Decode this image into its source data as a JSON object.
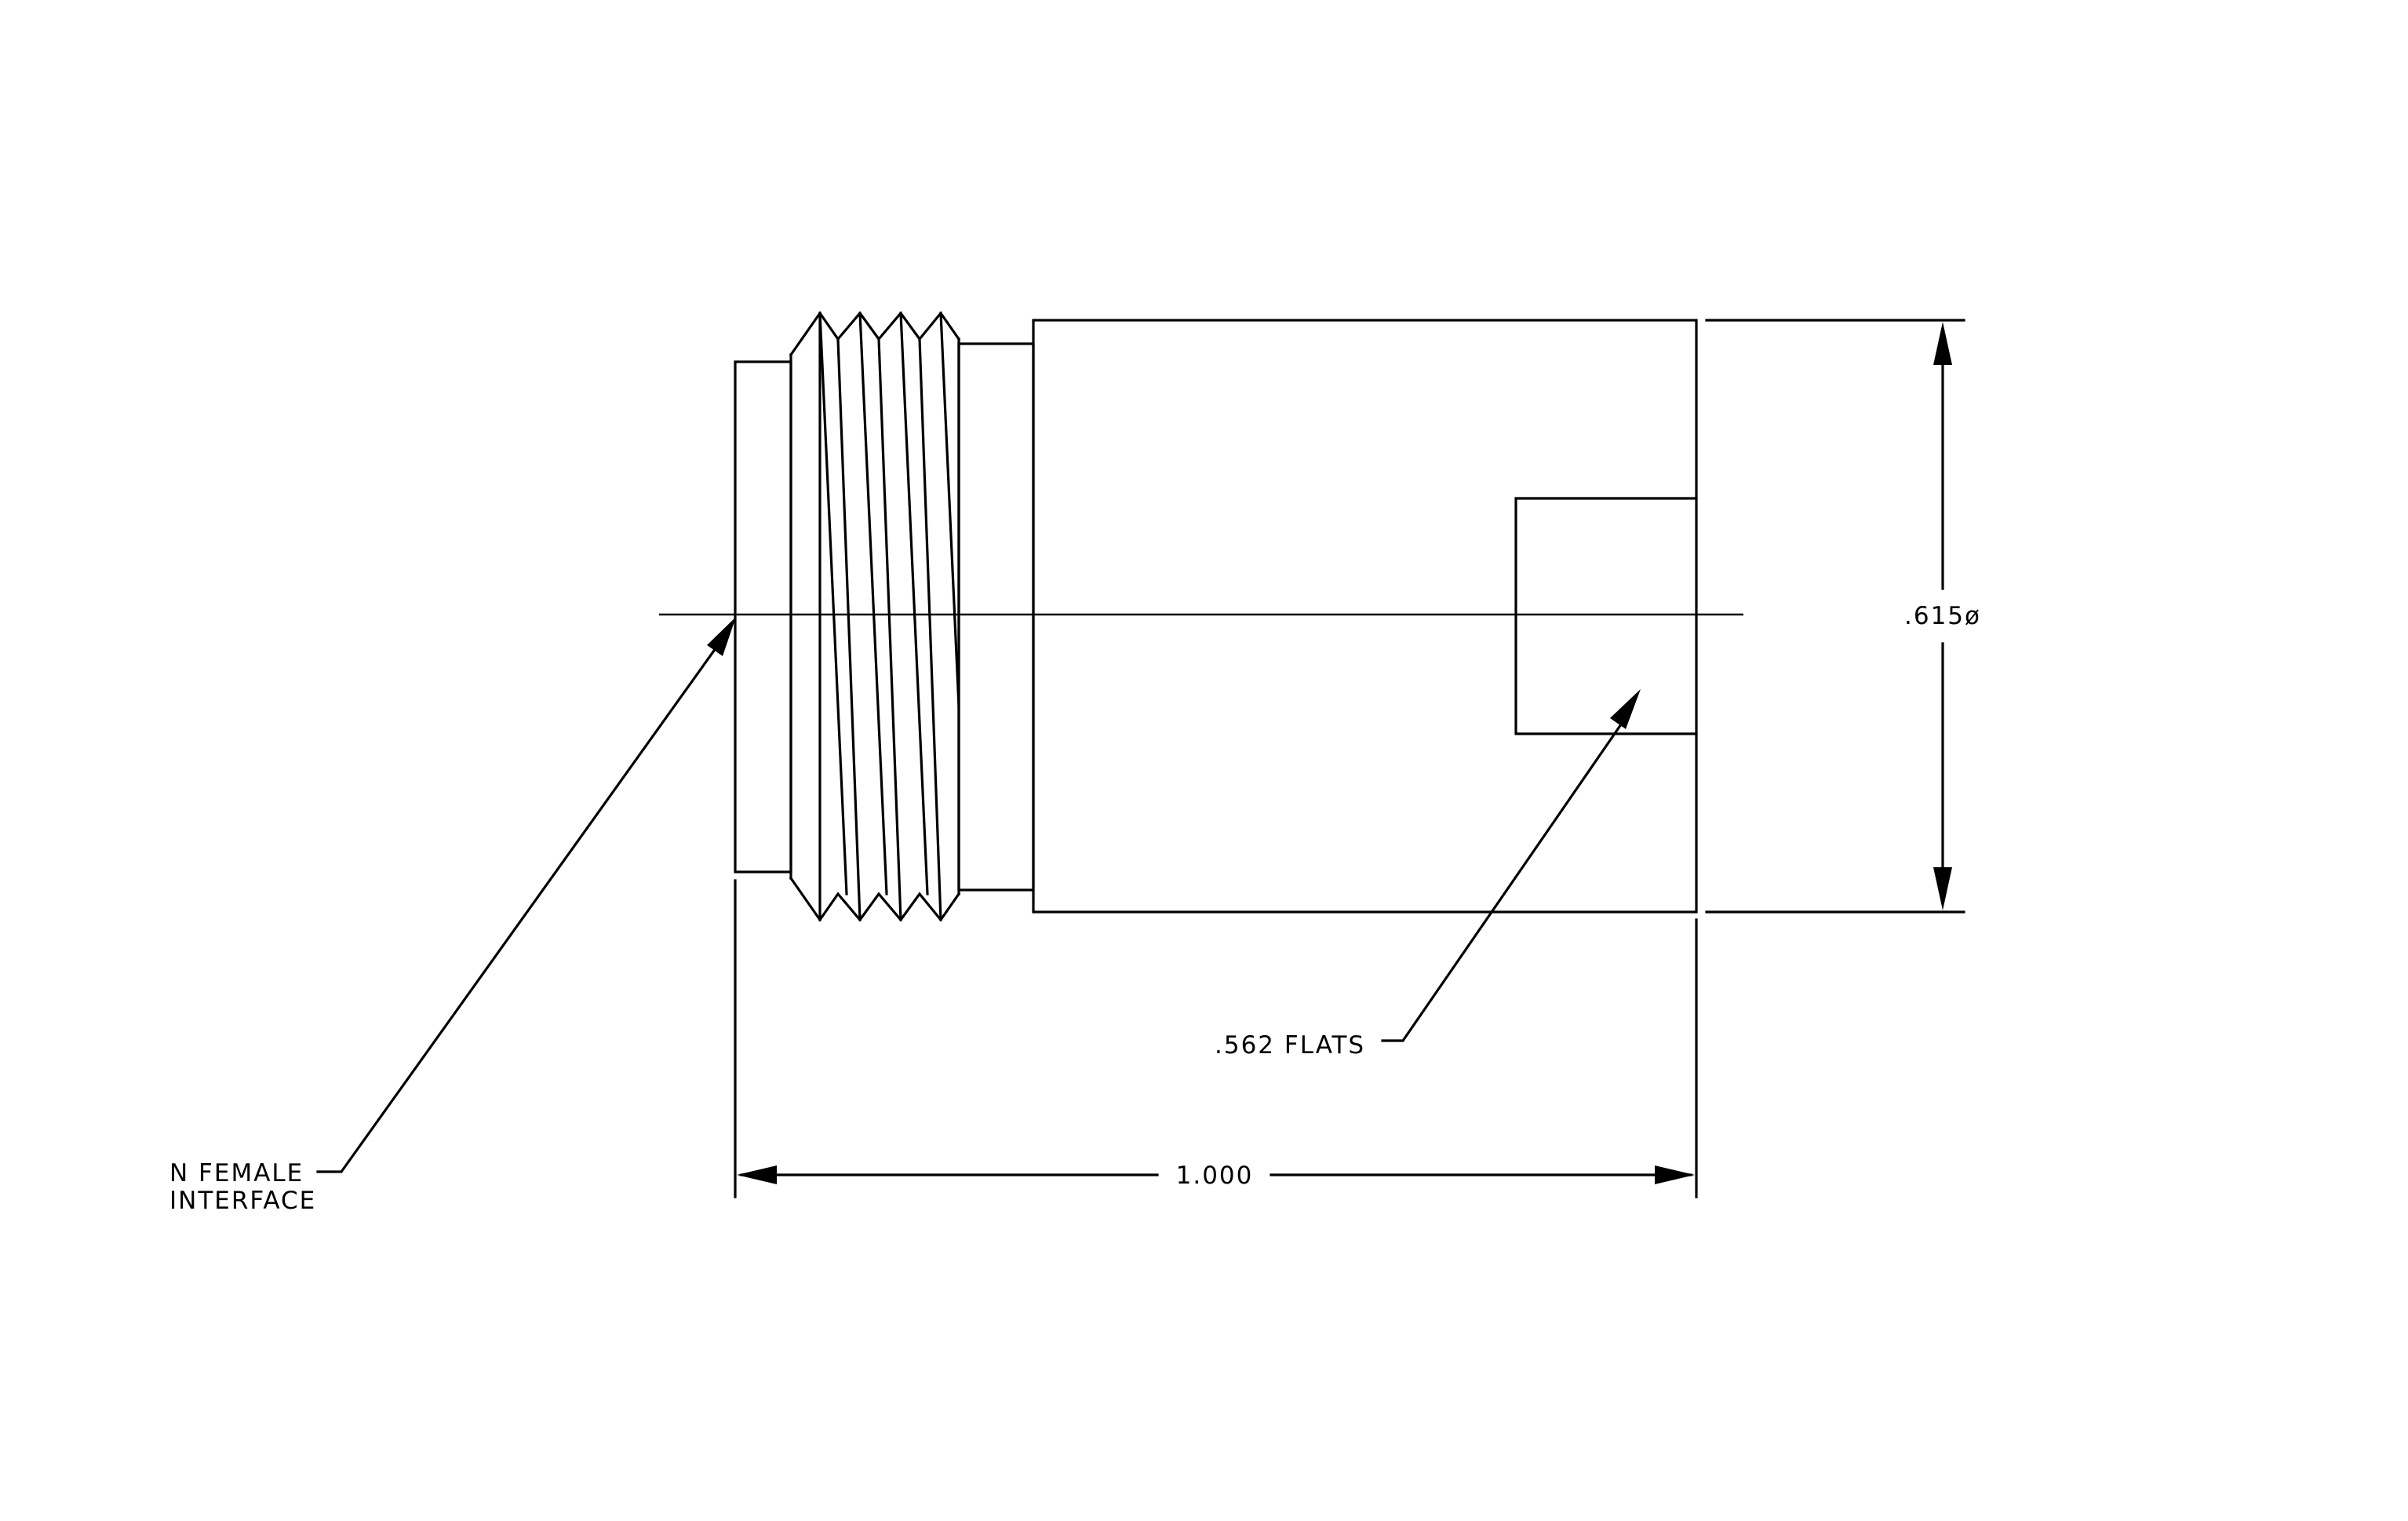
{
  "drawing": {
    "labels": {
      "diameter": ".615ø",
      "flats": ".562 FLATS",
      "length": "1.000",
      "interface_line1": "N FEMALE",
      "interface_line2": "INTERFACE"
    },
    "colors": {
      "line": "#000000",
      "background": "#ffffff"
    }
  }
}
